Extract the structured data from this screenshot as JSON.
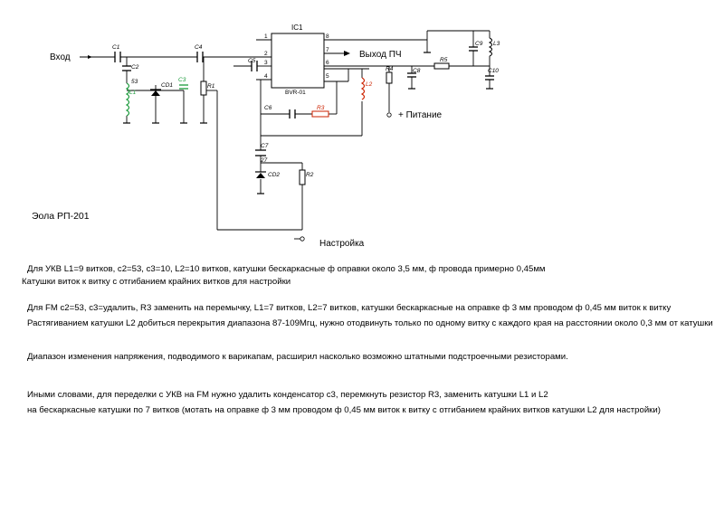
{
  "schematic": {
    "ic_name": "IC1",
    "ic_model": "BVR-01",
    "pins": [
      "1",
      "2",
      "3",
      "4",
      "5",
      "6",
      "7",
      "8"
    ],
    "input_label": "Вход",
    "output_label": "Выход ПЧ",
    "power_label": "+ Питание",
    "tuning_label": "Настройка",
    "components": {
      "c1": "C1",
      "c2": "C2",
      "c2_value": "53",
      "c3": "C3",
      "cd1": "CD1",
      "l1": "L1",
      "r1": "R1",
      "c4": "C4",
      "c5": "C5",
      "c6": "C6",
      "r3": "R3",
      "l2": "L2",
      "c7": "C7",
      "c7_value": "27",
      "cd2": "CD2",
      "r2": "R2",
      "r4": "R4",
      "c8": "C8",
      "r5": "R5",
      "c9": "C9",
      "l3": "L3",
      "c10": "C10"
    },
    "colors": {
      "wire": "#000000",
      "l1_coil": "#1a9a3a",
      "l2_coil": "#cc2200",
      "r3_resistor": "#cc2200",
      "c3_capacitor": "#1a9a3a"
    }
  },
  "device_name": "Эола РП-201",
  "notes": [
    "Для УКВ  L1=9 витков,  c2=53,  c3=10,  L2=10 витков, катушки бескаркасные ф оправки около 3,5 мм, ф провода примерно 0,45мм",
    "Катушки  виток к витку с отгибанием крайних витков для настройки",
    "Для FM  c2=53, c3=удалить, R3 заменить на перемычку, L1=7 витков, L2=7 витков, катушки бескаркасные на оправке ф 3 мм проводом ф 0,45 мм виток к витку",
    "Растягиванием катушки L2 добиться перекрытия диапазона 87-109Мгц, нужно отодвинуть только по одному витку с каждого края на расстоянии около 0,3 мм от катушки",
    "Диапазон изменения напряжения, подводимого к варикапам, расширил насколько возможно штатными подстроечными резисторами.",
    "Иными словами, для переделки с УКВ на FM нужно удалить конденсатор с3, перемкнуть резистор R3, заменить катушки L1 и L2",
    "на бескаркасные катушки по 7 витков (мотать на оправке ф 3 мм проводом ф 0,45 мм виток к витку с отгибанием крайних витков катушки L2 для настройки)"
  ]
}
